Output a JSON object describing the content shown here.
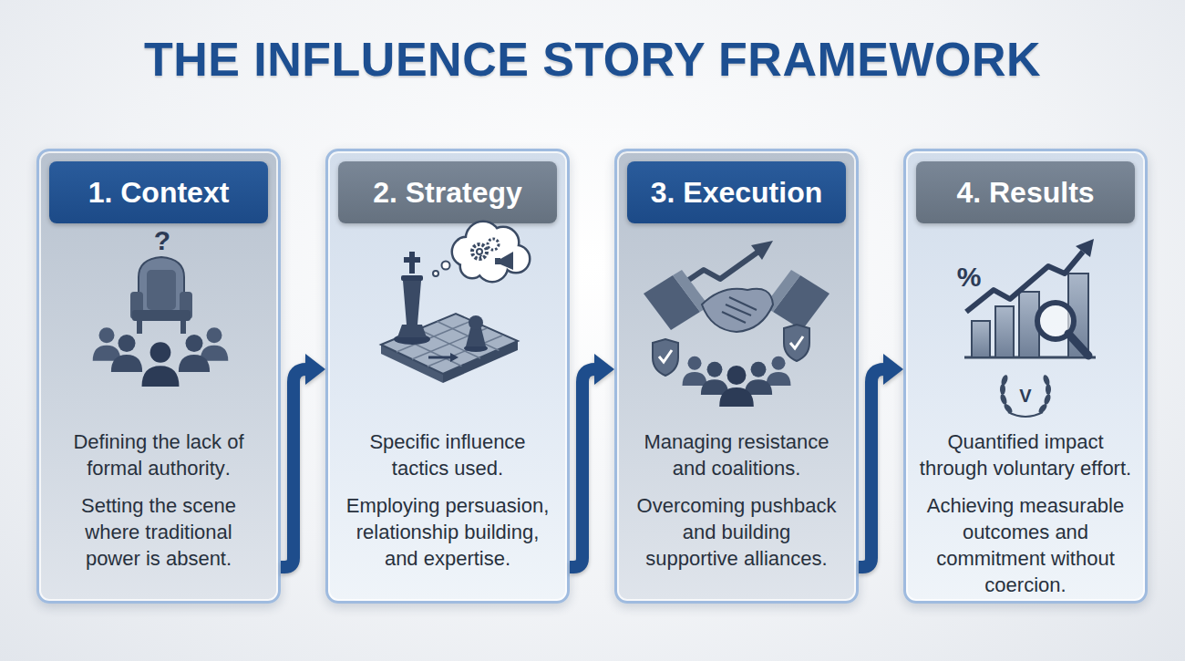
{
  "diagram": {
    "title": "THE INFLUENCE STORY FRAMEWORK",
    "nodes": [
      {
        "text": [
          "Defining the lack of formal authority.",
          "Setting the scene where traditional power is absent."
        ]
      },
      {
        "text": [
          "1. Context"
        ],
        "in": 0
      },
      {
        "text": [
          "Specific influence tactics used.",
          "Employing persuasion, relationship building, and expertise."
        ]
      },
      {
        "text": [
          "2. Strategy"
        ],
        "in": 2
      },
      {
        "text": [
          "Managing resistance and coalitions.",
          "Overcoming pushback and building supportive alliances."
        ]
      },
      {
        "text": [
          "3. Execution"
        ],
        "in": 4
      },
      {
        "text": [
          "Quantified impact through voluntary effort.",
          "Achieving measurable outcomes and commitment without coercion."
        ]
      },
      {
        "text": [
          "4. Results"
        ],
        "in": 6
      }
    ],
    "edges": [
      {
        "from": 0,
        "to": 2,
        "arrow": "to"
      },
      {
        "from": 2,
        "to": 4,
        "arrow": "to"
      },
      {
        "from": 4,
        "to": 6,
        "arrow": "to"
      }
    ],
    "labels": [
      "?",
      "%",
      "V"
    ]
  }
}
